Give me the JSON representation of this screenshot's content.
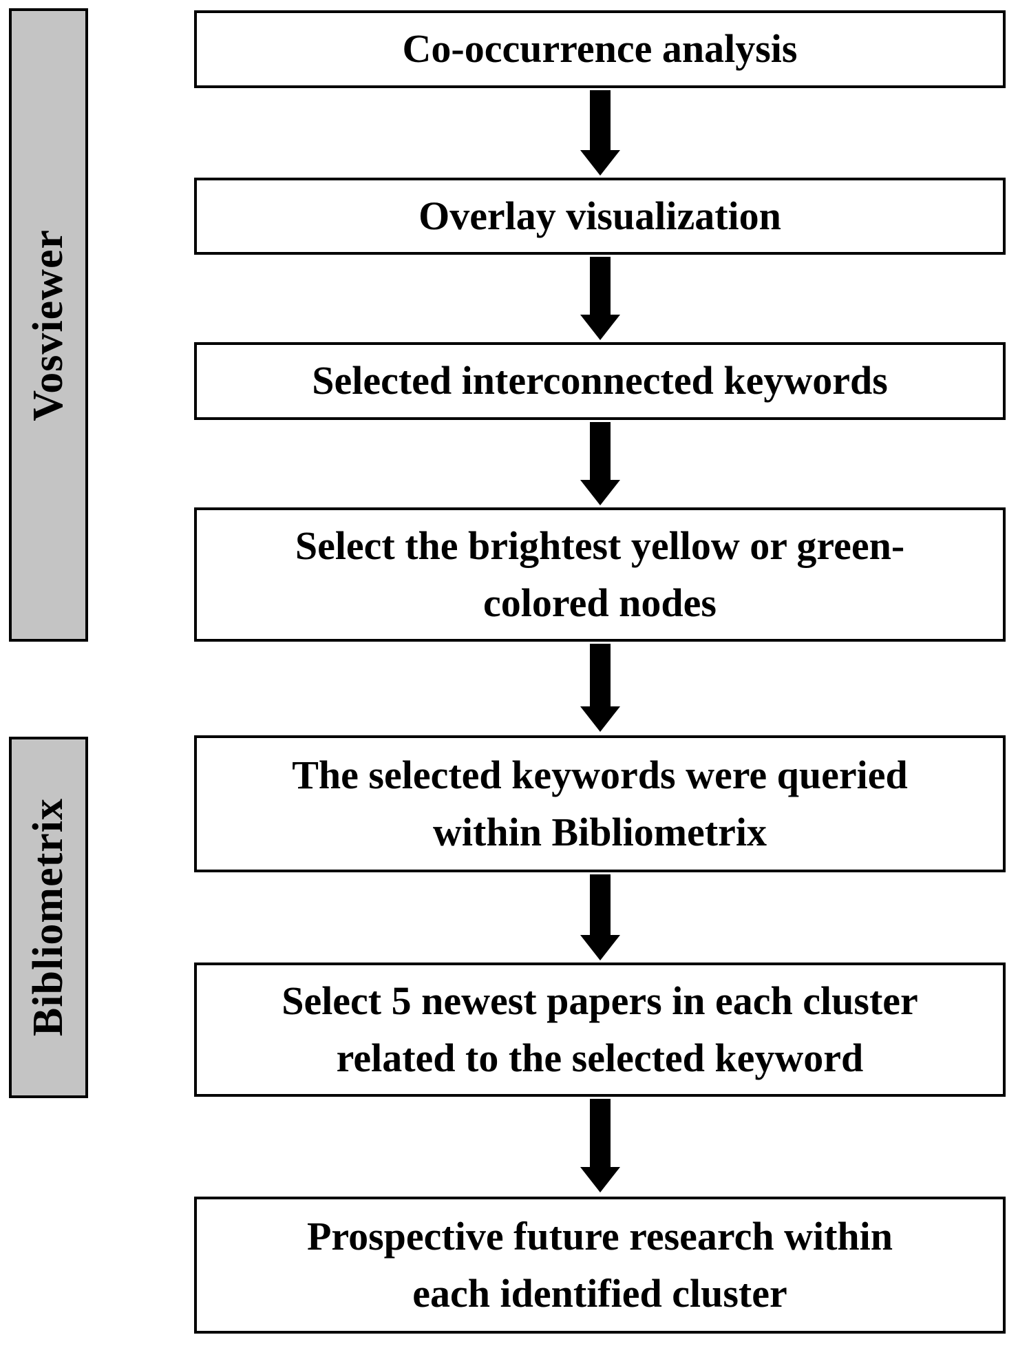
{
  "figure": {
    "type": "flowchart",
    "orientation": "vertical"
  },
  "tools": [
    {
      "label": "Vosviewer"
    },
    {
      "label": "Bibliometrix"
    }
  ],
  "steps": [
    {
      "label": "Co-occurrence analysis",
      "tool": "Vosviewer"
    },
    {
      "label": "Overlay visualization",
      "tool": "Vosviewer"
    },
    {
      "label": "Selected interconnected keywords",
      "tool": "Vosviewer"
    },
    {
      "label": "Select the brightest yellow or green-\ncolored nodes",
      "tool": "Vosviewer"
    },
    {
      "label": "The selected keywords were queried\nwithin Bibliometrix",
      "tool": "Bibliometrix"
    },
    {
      "label": "Select 5 newest papers in each cluster\nrelated to the selected keyword",
      "tool": "Bibliometrix"
    },
    {
      "label": "Prospective future research within\neach identified cluster",
      "tool": "Bibliometrix"
    }
  ],
  "colors": {
    "box_background": "#ffffff",
    "box_border": "#000000",
    "tool_label_background": "#c4c4c4",
    "arrow": "#000000",
    "text": "#000000"
  }
}
